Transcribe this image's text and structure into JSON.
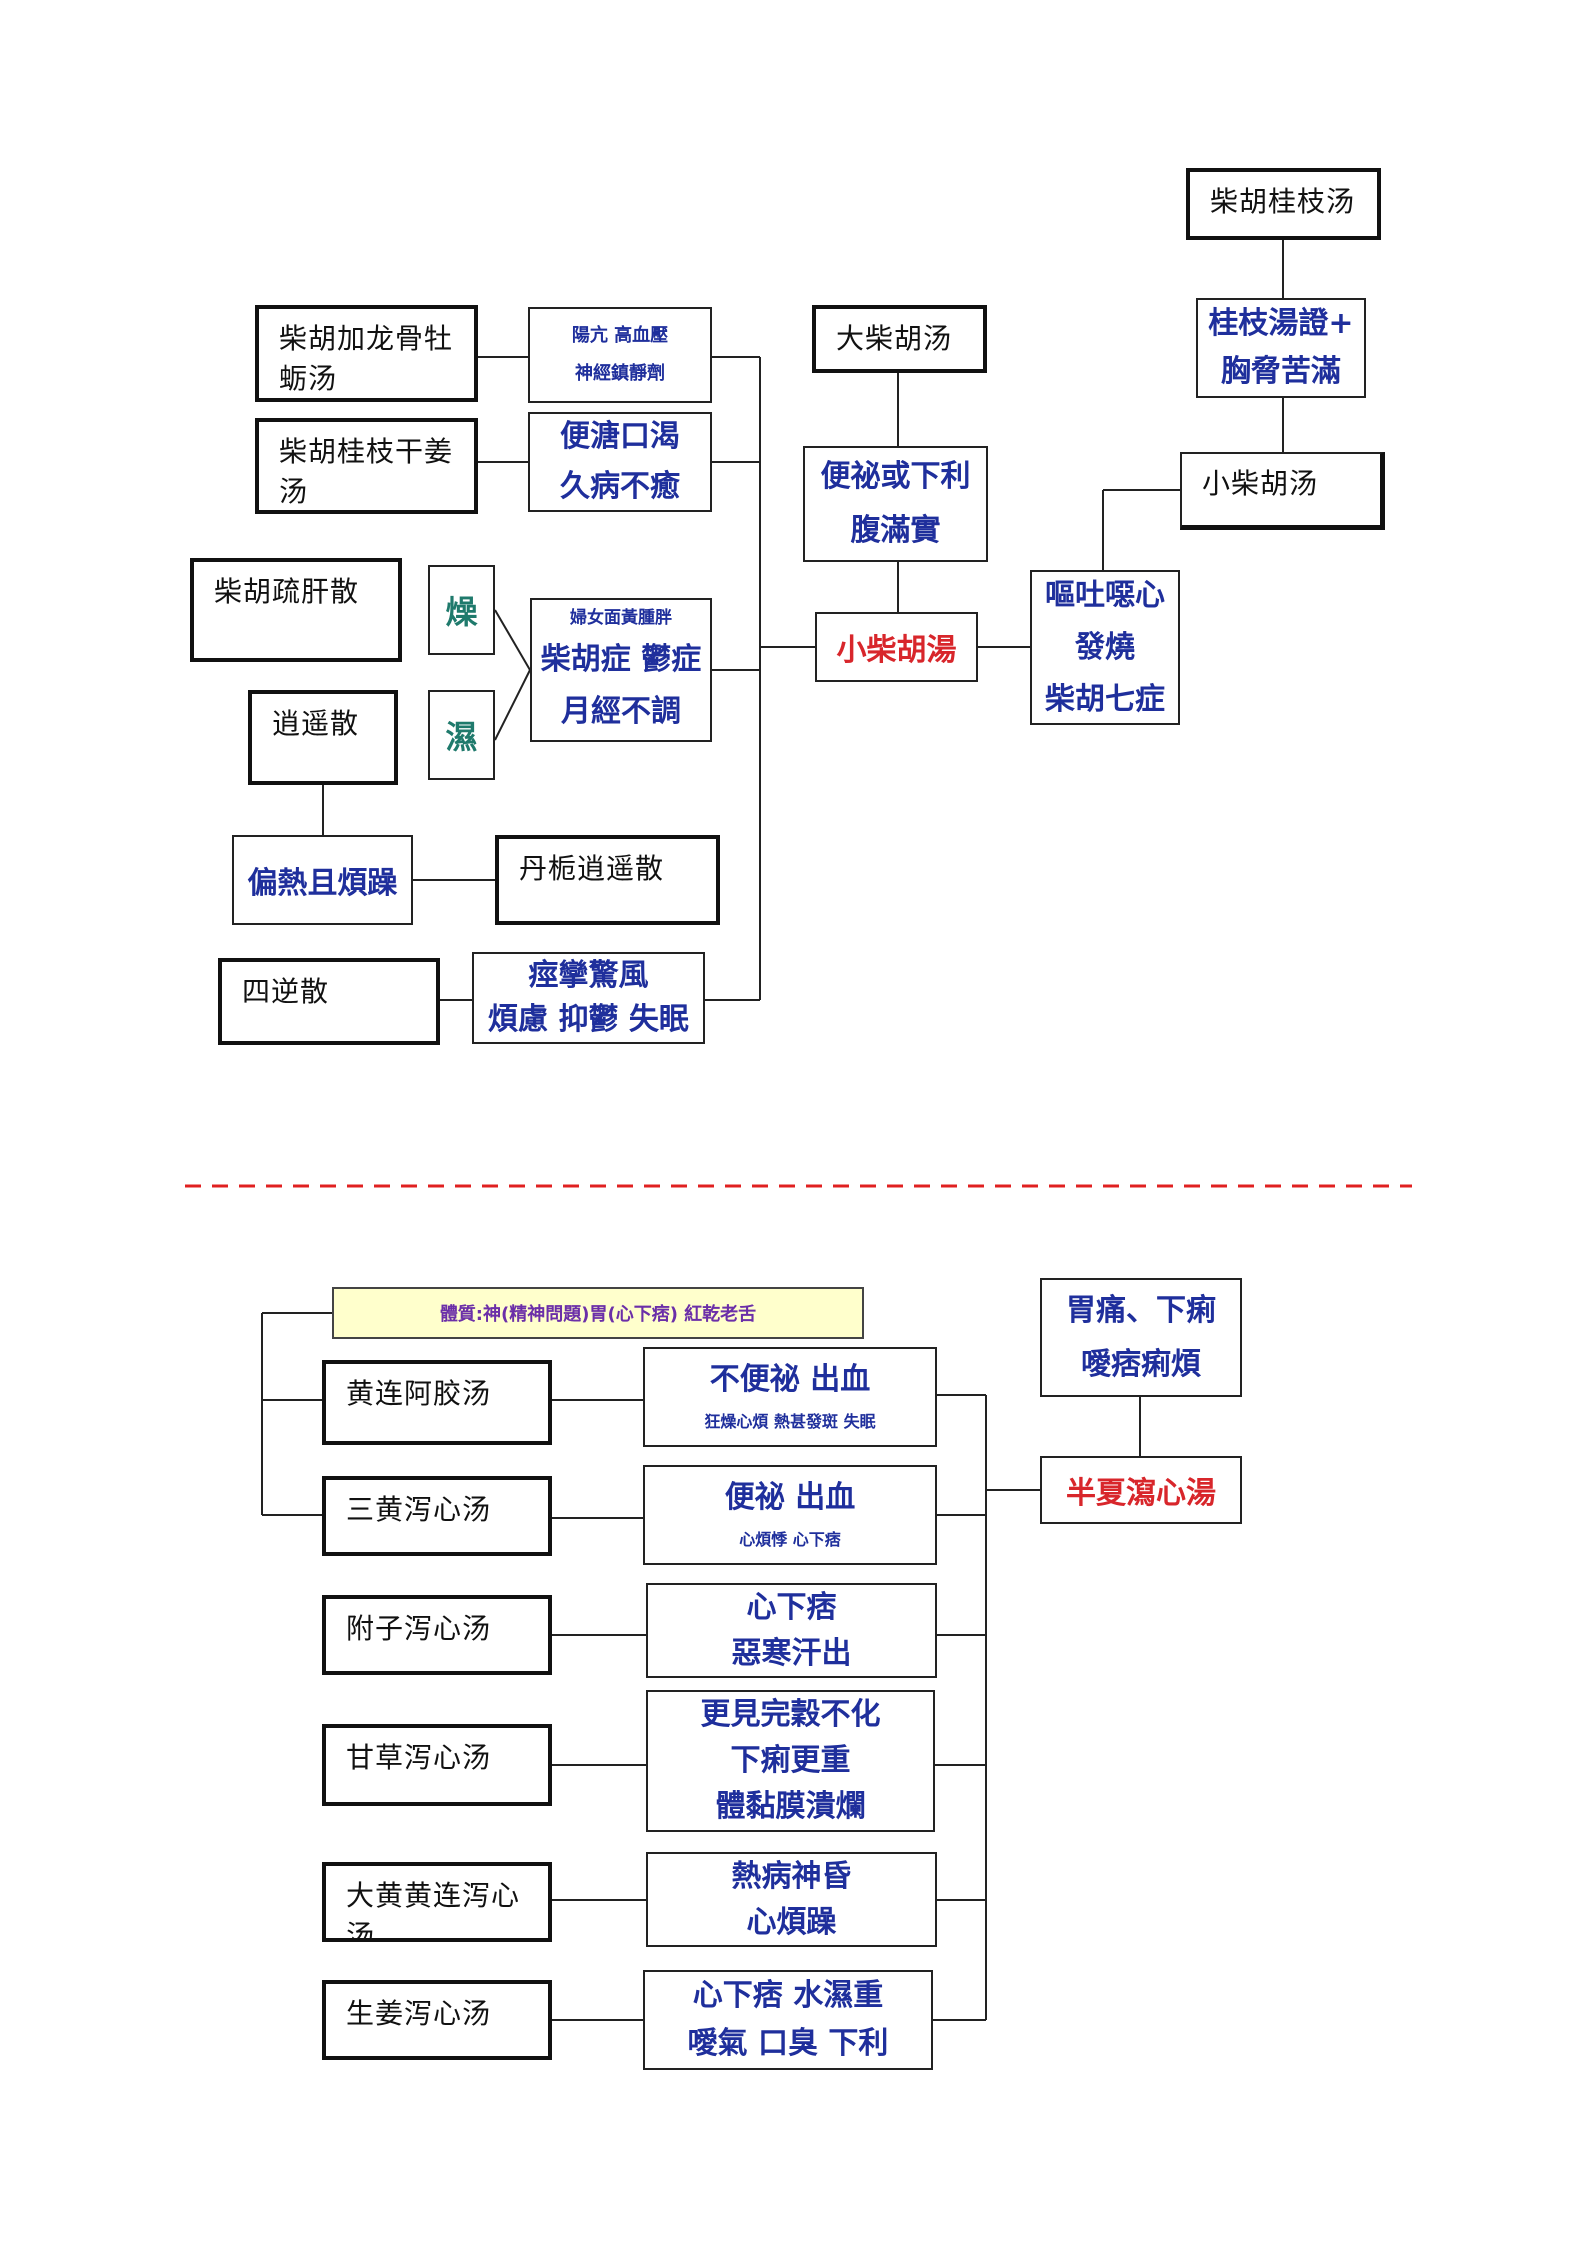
{
  "top": {
    "chaihu_guizhi": "柴胡桂枝汤",
    "guizhi_zheng": [
      "桂枝湯證+",
      "胸脅苦滿"
    ],
    "xiao_chaihu_tang": "小柴胡汤",
    "ouhu": [
      "嘔吐噁心",
      "發燒",
      "柴胡七症"
    ],
    "center": "小柴胡湯",
    "da_chaihu": "大柴胡汤",
    "bianbi": [
      "便祕或下利",
      "腹滿實"
    ],
    "longgu": "柴胡加龙骨牡蛎汤",
    "longgu_note": [
      "陽亢 高血壓",
      "神經鎮靜劑"
    ],
    "ganjiang": "柴胡桂枝干姜汤",
    "ganjiang_note": [
      "便溏口渴",
      "久病不癒"
    ],
    "shugan": "柴胡疏肝散",
    "dry": "燥",
    "damp": "濕",
    "fu_note": [
      "婦女面黃腫胖",
      "柴胡症 鬱症",
      "月經不調"
    ],
    "xiaoyao": "逍遥散",
    "pianre": "偏熱且煩躁",
    "danzhi": "丹栀逍遥散",
    "sini": "四逆散",
    "sini_note": [
      "痙攣驚風",
      "煩慮 抑鬱 失眠"
    ]
  },
  "bottom": {
    "constitution": "體質:神(精神問題)胃(心下痞) 紅乾老舌",
    "banxia": "半夏瀉心湯",
    "banxia_note": [
      "胃痛、下痢",
      "噯痞痢煩"
    ],
    "huanglian": "黄连阿胶汤",
    "huanglian_note": [
      "不便祕 出血",
      "狂燥心煩 熱甚發斑 失眠"
    ],
    "sanhuang": "三黄泻心汤",
    "sanhuang_note": [
      "便祕 出血",
      "心煩悸 心下痞"
    ],
    "fuzi": "附子泻心汤",
    "fuzi_note": [
      "心下痞",
      "惡寒汗出"
    ],
    "gancao": "甘草泻心汤",
    "gancao_note": [
      "更見完穀不化",
      "下痢更重",
      "體黏膜潰爛"
    ],
    "dahuang": "大黄黄连泻心汤",
    "dahuang_note": [
      "熱病神昏",
      "心煩躁"
    ],
    "shengjiang": "生姜泻心汤",
    "shengjiang_note": [
      "心下痞 水濕重",
      "噯氣 口臭 下利"
    ]
  },
  "colors": {
    "blue": "#1f2f9c",
    "red": "#d8262b",
    "teal": "#1f7a6c",
    "divider": "#e02020"
  }
}
